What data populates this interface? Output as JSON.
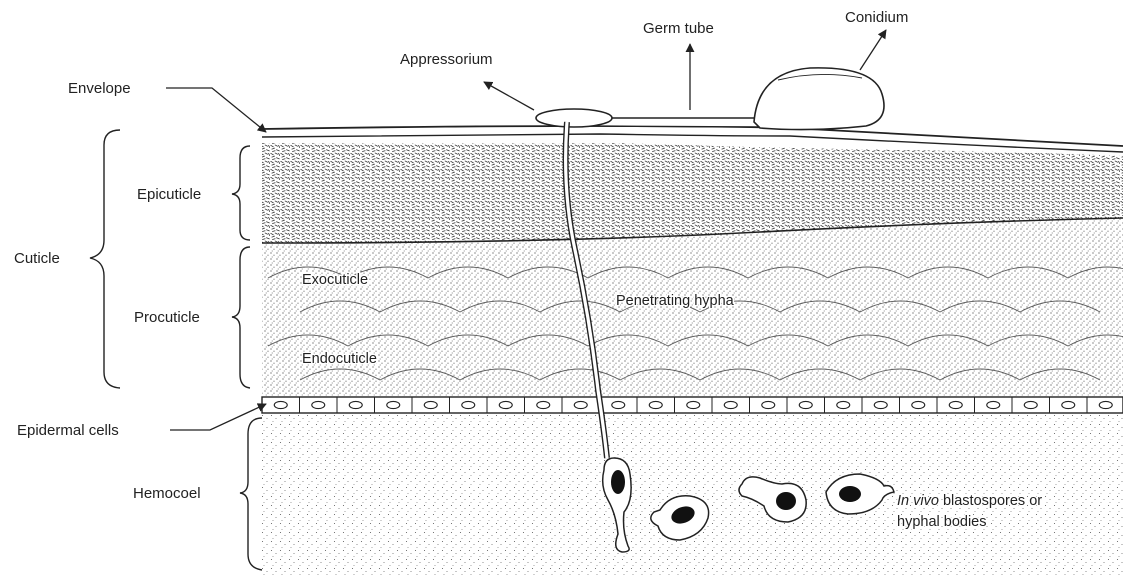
{
  "labels": {
    "envelope": "Envelope",
    "appressorium": "Appressorium",
    "germ_tube": "Germ tube",
    "conidium": "Conidium",
    "cuticle": "Cuticle",
    "epicuticle": "Epicuticle",
    "procuticle": "Procuticle",
    "exocuticle": "Exocuticle",
    "endocuticle": "Endocuticle",
    "penetrating_hypha": "Penetrating hypha",
    "epidermal_cells": "Epidermal cells",
    "hemocoel": "Hemocoel",
    "blastospores_italic": "In vivo",
    "blastospores_rest": " blastospores or",
    "blastospores_line2": "hyphal bodies"
  },
  "colors": {
    "ink": "#222222",
    "paper": "#ffffff",
    "fill_dark": "#111111"
  }
}
